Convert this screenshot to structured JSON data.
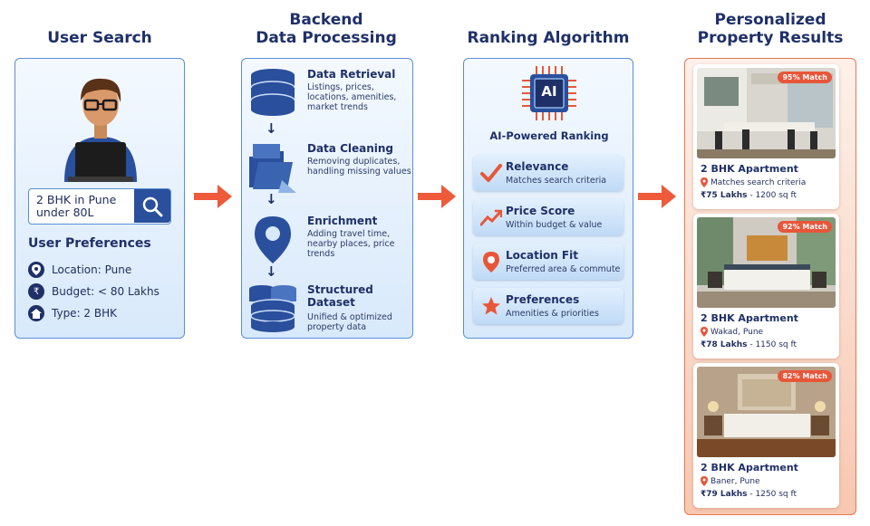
{
  "columns": {
    "search": {
      "title": "User Search"
    },
    "backend": {
      "title_line1": "Backend",
      "title_line2": "Data Processing"
    },
    "ranking": {
      "title": "Ranking Algorithm"
    },
    "results": {
      "title_line1": "Personalized",
      "title_line2": "Property Results"
    }
  },
  "search": {
    "query": "2 BHK in Pune under 80L",
    "preferences_title": "User Preferences",
    "preferences": [
      {
        "icon": "location-pin-icon",
        "text": "Location: Pune"
      },
      {
        "icon": "rupee-icon",
        "text": "Budget: < 80 Lakhs"
      },
      {
        "icon": "home-icon",
        "text": "Type: 2 BHK"
      }
    ]
  },
  "backend": {
    "steps": [
      {
        "icon": "database-icon",
        "title": "Data Retrieval",
        "desc": "Listings, prices, locations, amenities, market trends"
      },
      {
        "icon": "folder-clean-icon",
        "title": "Data Cleaning",
        "desc": "Removing duplicates, handling missing values"
      },
      {
        "icon": "map-pin-icon",
        "title": "Enrichment",
        "desc": "Adding travel time, nearby places, price trends"
      },
      {
        "icon": "stacked-database-icon",
        "title": "Structured Dataset",
        "desc": "Unified & optimized property data"
      }
    ]
  },
  "ranking": {
    "chip_label": "AI",
    "heading": "AI-Powered Ranking",
    "factors": [
      {
        "icon": "checkmark-icon",
        "title": "Relevance",
        "desc": "Matches search criteria"
      },
      {
        "icon": "trend-up-icon",
        "title": "Price Score",
        "desc": "Within budget & value"
      },
      {
        "icon": "location-pin-icon",
        "title": "Location Fit",
        "desc": "Preferred area & commute"
      },
      {
        "icon": "star-icon",
        "title": "Preferences",
        "desc": "Amenities & priorities"
      }
    ]
  },
  "results": {
    "cards": [
      {
        "badge": "95% Match",
        "title": "2 BHK Apartment",
        "location": "Matches search criteria",
        "price": "₹75 Lakhs",
        "area": " -  1200 sq ft"
      },
      {
        "badge": "92% Match",
        "title": "2 BHK Apartment",
        "location": "Wakad, Pune",
        "price": "₹78 Lakhs",
        "area": " -  1150 sq ft"
      },
      {
        "badge": "82% Match",
        "title": "2 BHK Apartment",
        "location": "Baner, Pune",
        "price": "₹79 Lakhs",
        "area": " -  1250 sq ft"
      }
    ]
  },
  "colors": {
    "navy": "#1f3068",
    "accent": "#e8563a",
    "panel_border": "#5b8fd6"
  }
}
